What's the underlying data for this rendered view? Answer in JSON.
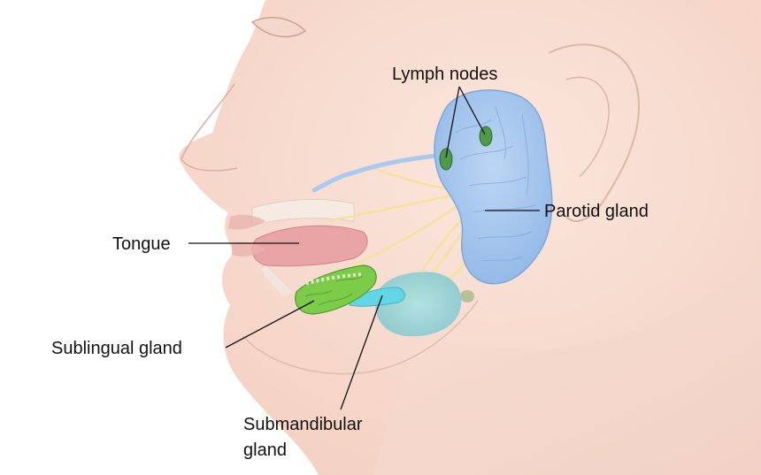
{
  "labels": {
    "lymph_nodes": "Lymph nodes",
    "parotid_gland": "Parotid gland",
    "tongue": "Tongue",
    "sublingual_gland": "Sublingual gland",
    "submandibular_line1": "Submandibular",
    "submandibular_line2": "gland"
  },
  "colors": {
    "skin": "#f7dcd0",
    "skin_shade": "#efc6b6",
    "parotid": "#a9c9ee",
    "lymph_node": "#4f9a4a",
    "sublingual": "#7ccc4a",
    "submandibular": "#7fcfd6",
    "tongue": "#e9a4a6",
    "nerve": "#f4e39a",
    "leader_line": "#111111"
  }
}
